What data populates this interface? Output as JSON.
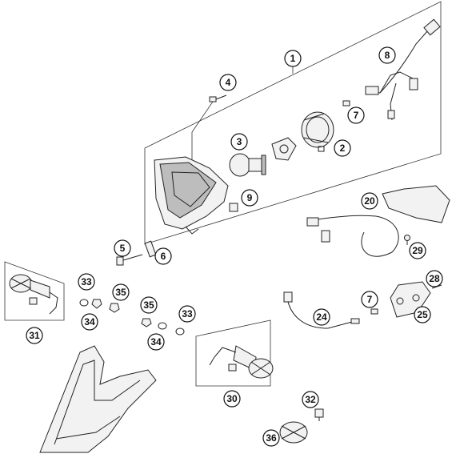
{
  "callouts": [
    {
      "label": "1"
    },
    {
      "label": "2"
    },
    {
      "label": "3"
    },
    {
      "label": "4"
    },
    {
      "label": "5"
    },
    {
      "label": "6"
    },
    {
      "label": "7"
    },
    {
      "label": "8"
    },
    {
      "label": "9"
    },
    {
      "label": "20"
    },
    {
      "label": "24"
    },
    {
      "label": "25"
    },
    {
      "label": "28"
    },
    {
      "label": "29"
    },
    {
      "label": "30"
    },
    {
      "label": "31"
    },
    {
      "label": "32"
    },
    {
      "label": "33"
    },
    {
      "label": "34"
    },
    {
      "label": "35"
    },
    {
      "label": "35"
    },
    {
      "label": "34"
    },
    {
      "label": "33"
    },
    {
      "label": "7"
    },
    {
      "label": "36"
    }
  ]
}
